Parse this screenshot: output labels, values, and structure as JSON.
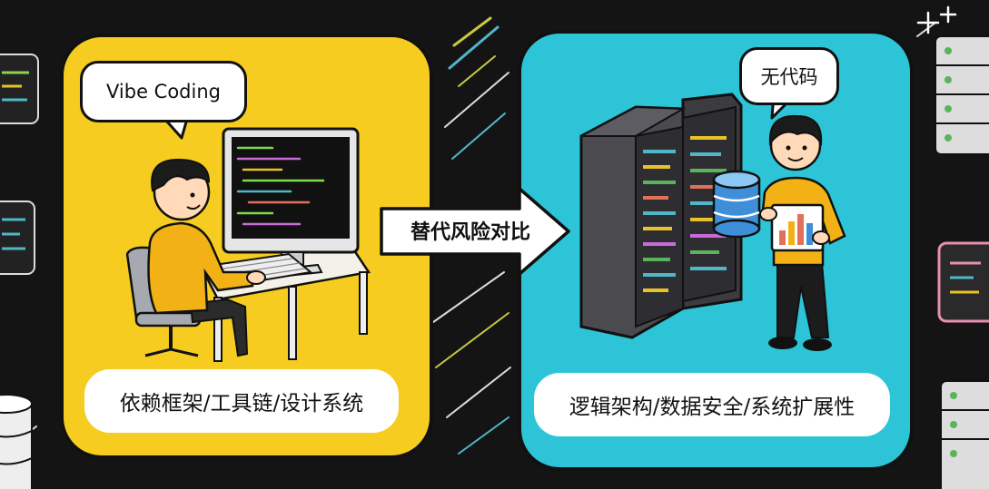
{
  "left_panel": {
    "speech_bubble": "Vibe Coding",
    "caption": "依赖框架/工具链/设计系统"
  },
  "right_panel": {
    "speech_bubble": "无代码",
    "caption": "逻辑架构/数据安全/系统扩展性"
  },
  "arrow": {
    "label": "替代风险对比"
  },
  "colors": {
    "background": "#141414",
    "left_panel": "#f5cc1f",
    "right_panel": "#2cc4d6",
    "shirt": "#f2b215",
    "arrow_fill": "#ffffff"
  }
}
